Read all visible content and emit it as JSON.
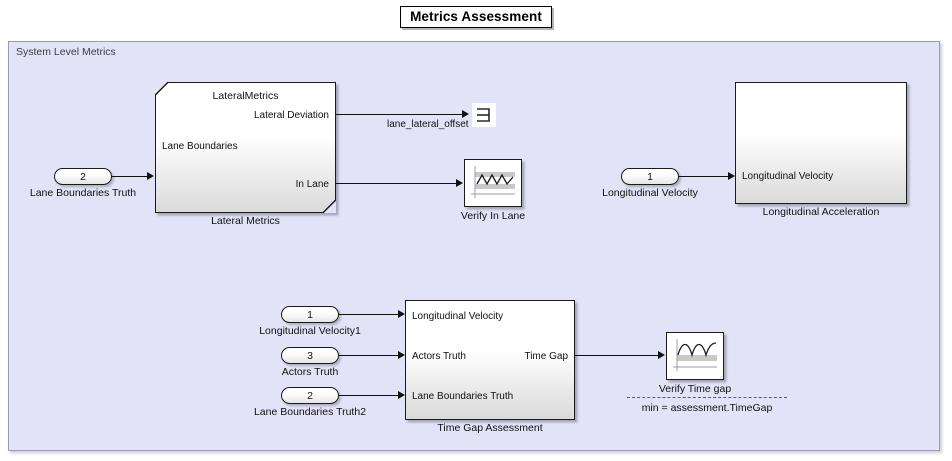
{
  "title": "Metrics Assessment",
  "canvas": {
    "label": "System Level Metrics"
  },
  "blocks": {
    "lateral_metrics": {
      "inner_title": "LateralMetrics",
      "name": "Lateral Metrics",
      "in_ports": [
        "Lane Boundaries"
      ],
      "out_ports": [
        "Lateral Deviation",
        "In Lane"
      ]
    },
    "longitudinal_acceleration": {
      "name": "Longitudinal Acceleration",
      "in_ports": [
        "Longitudinal Velocity"
      ],
      "out_ports": []
    },
    "time_gap_assessment": {
      "name": "Time Gap Assessment",
      "in_ports": [
        "Longitudinal Velocity",
        "Actors Truth",
        "Lane Boundaries Truth"
      ],
      "out_ports": [
        "Time Gap"
      ]
    }
  },
  "inports": [
    {
      "number": "2",
      "name": "Lane Boundaries Truth"
    },
    {
      "number": "1",
      "name": "Longitudinal Velocity"
    },
    {
      "number": "1",
      "name": "Longitudinal Velocity1"
    },
    {
      "number": "3",
      "name": "Actors Truth"
    },
    {
      "number": "2",
      "name": "Lane Boundaries Truth2"
    }
  ],
  "scopes": [
    {
      "name": "Verify In Lane",
      "icon": "scope-zigzag-icon"
    },
    {
      "name": "Verify Time gap",
      "icon": "scope-sine-icon"
    }
  ],
  "signal_labels": [
    {
      "text": "lane_lateral_offset"
    }
  ],
  "terminators": [
    {
      "icon": "terminator-icon"
    }
  ],
  "annotations": [
    {
      "text": "min = assessment.TimeGap"
    }
  ],
  "colors": {
    "canvas_bg": "#e3e3f8",
    "canvas_border": "#9a9ab4",
    "block_border": "#1a1a1a",
    "wire": "#111111",
    "text": "#111111"
  }
}
